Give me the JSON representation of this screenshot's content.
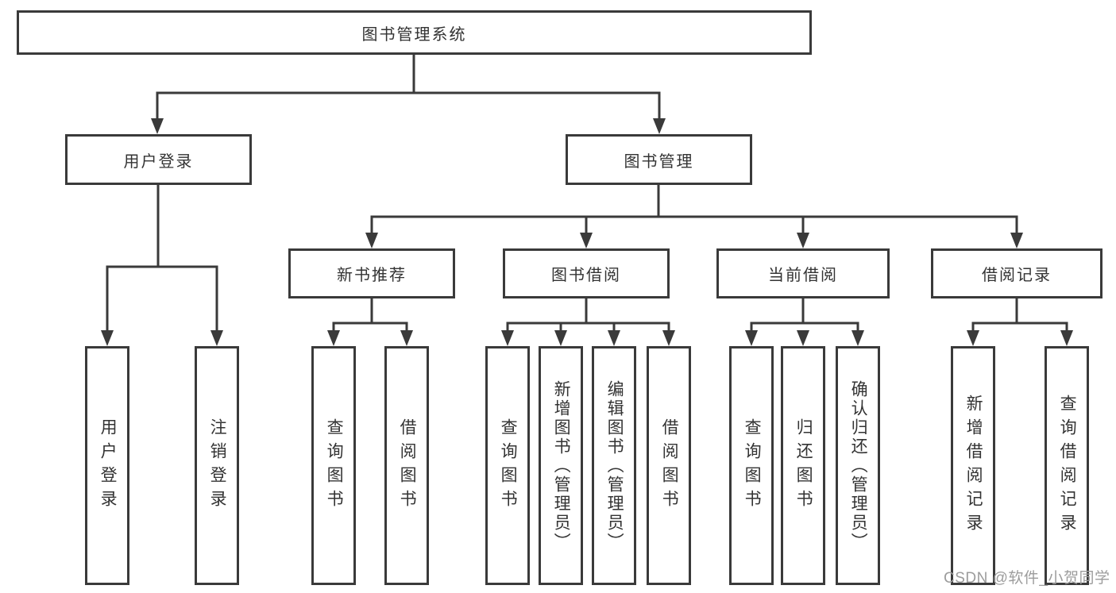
{
  "diagram_type": "hierarchy-tree",
  "colors": {
    "line": "#3a3a3a",
    "box_background": "#ffffff",
    "text": "#333333",
    "watermark": "#9c9c9c"
  },
  "tree": {
    "label": "图书管理系统",
    "children": [
      {
        "label": "用户登录",
        "children": [
          {
            "label": "用户登录"
          },
          {
            "label": "注销登录"
          }
        ]
      },
      {
        "label": "图书管理",
        "children": [
          {
            "label": "新书推荐",
            "children": [
              {
                "label": "查询图书"
              },
              {
                "label": "借阅图书"
              }
            ]
          },
          {
            "label": "图书借阅",
            "children": [
              {
                "label": "查询图书"
              },
              {
                "label": "新增图书（管理员）"
              },
              {
                "label": "编辑图书（管理员）"
              },
              {
                "label": "借阅图书"
              }
            ]
          },
          {
            "label": "当前借阅",
            "children": [
              {
                "label": "查询图书"
              },
              {
                "label": "归还图书"
              },
              {
                "label": "确认归还（管理员）"
              }
            ]
          },
          {
            "label": "借阅记录",
            "children": [
              {
                "label": "新增借阅记录"
              },
              {
                "label": "查询借阅记录"
              }
            ]
          }
        ]
      }
    ]
  },
  "watermark": {
    "text": "CSDN @软件_小贺同学"
  }
}
